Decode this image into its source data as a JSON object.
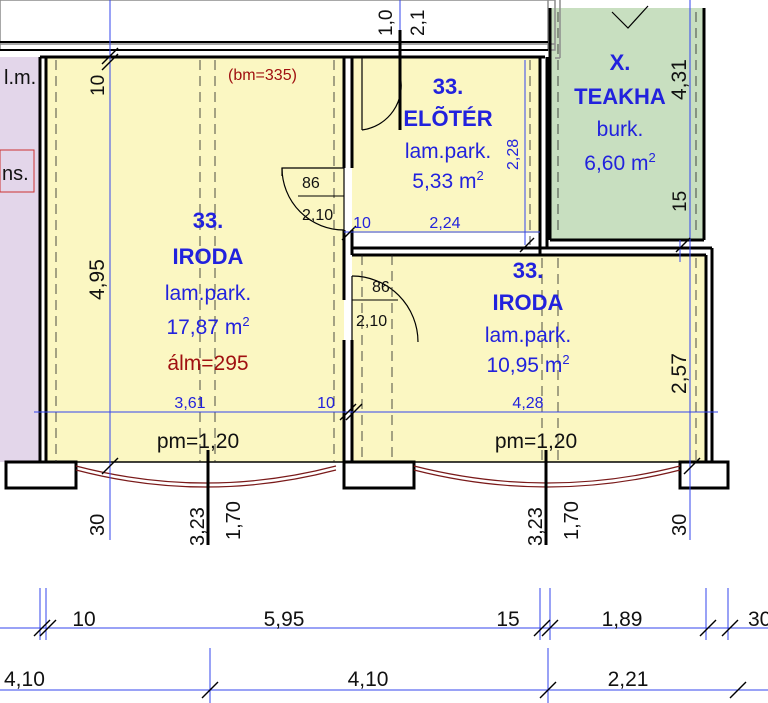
{
  "colors": {
    "room_fill": "#fbf7c2",
    "tea_fill": "#c8dfc0",
    "left_fill": "#e3d6ea",
    "wall": "#000000",
    "gray_wall": "#8c8c8c",
    "dim_line": "#3344ee",
    "room_text": "#2222dd",
    "red_text": "#a01010",
    "black_text": "#111111"
  },
  "left_room": {
    "label_top": "l.m.",
    "label_mid": "ns."
  },
  "rooms": {
    "office_a": {
      "number": "33.",
      "name": "IRODA",
      "floor": "lam.park.",
      "area": "17,87 m",
      "area_sup": "2",
      "note": "álm=295",
      "top_note": "(bm=335)"
    },
    "hall": {
      "number": "33.",
      "name": "ELÕTÉR",
      "floor": "lam.park.",
      "area": "5,33 m",
      "area_sup": "2"
    },
    "office_b": {
      "number": "33.",
      "name": "IRODA",
      "floor": "lam.park.",
      "area": "10,95 m",
      "area_sup": "2"
    },
    "tea": {
      "number": "X.",
      "name": "TEAKHA",
      "floor": "burk.",
      "area": "6,60 m",
      "area_sup": "2"
    }
  },
  "doors": {
    "door1": {
      "width": "86",
      "height": "2,10"
    },
    "door2": {
      "width": "86",
      "height": "2,10"
    }
  },
  "windows": {
    "sill_a": "pm=1,20",
    "sill_b": "pm=1,20"
  },
  "dimensions": {
    "wall_thick_top": "10",
    "office_a_depth": "4,95",
    "office_a_width": "3,61",
    "partition_a": "10",
    "office_b_width": "4,28",
    "office_b_depth": "2,57",
    "hall_depth": "2,28",
    "hall_width": "2,24",
    "hall_wall": "10",
    "tea_depth": "4,31",
    "tea_wall": "15",
    "top_1": "1,0",
    "top_2": "2,1",
    "win_a_h1": "3,23",
    "win_a_h2": "1,70",
    "win_b_h1": "3,23",
    "win_b_h2": "1,70",
    "pier_a": "30",
    "pier_b": "30",
    "row1": [
      "10",
      "5,95",
      "15",
      "1,89",
      "30"
    ],
    "row2": [
      "4,10",
      "4,10",
      "2,21"
    ]
  }
}
